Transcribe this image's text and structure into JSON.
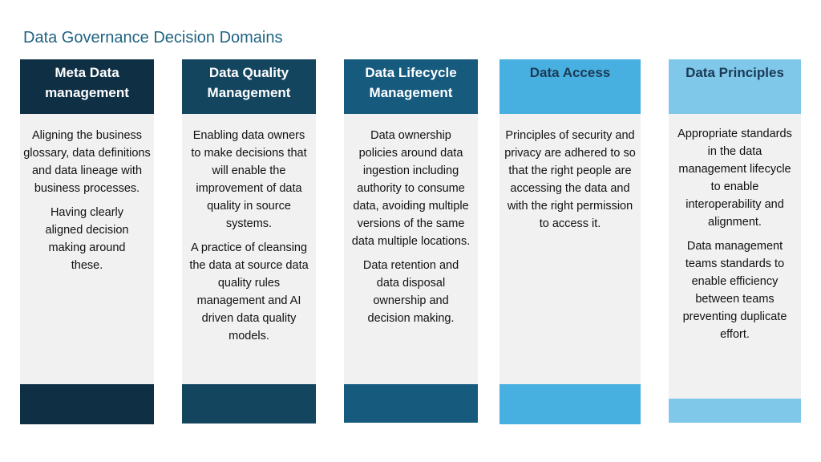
{
  "title": "Data Governance Decision Domains",
  "columns": [
    {
      "heading": "Meta Data management",
      "color": "#0e2f44",
      "text_color": "#ffffff",
      "paragraphs": [
        "Aligning the business glossary, data definitions and data lineage with business processes.",
        "Having clearly aligned decision making around these."
      ]
    },
    {
      "heading": "Data Quality Management",
      "color": "#14455f",
      "text_color": "#ffffff",
      "paragraphs": [
        "Enabling data owners to make decisions that will enable the improvement of data quality in source systems.",
        "A practice of cleansing the data at source data quality rules management and AI driven data quality models."
      ]
    },
    {
      "heading": "Data Lifecycle Management",
      "color": "#165a7e",
      "text_color": "#ffffff",
      "paragraphs": [
        "Data ownership policies around data ingestion including authority to consume data, avoiding multiple versions of the same data multiple locations.",
        "Data retention and data disposal ownership and decision making."
      ]
    },
    {
      "heading": "Data Access",
      "color": "#48b0e0",
      "text_color": "#1b3a55",
      "paragraphs": [
        "Principles of security and privacy are adhered to so that the right people are accessing the data and with the right permission to access it."
      ]
    },
    {
      "heading": "Data Principles",
      "color": "#7fc8ea",
      "text_color": "#1b3a55",
      "paragraphs": [
        "Appropriate standards in the data management lifecycle to enable interoperability and alignment.",
        "Data management teams standards to enable efficiency between teams preventing duplicate effort."
      ]
    }
  ]
}
